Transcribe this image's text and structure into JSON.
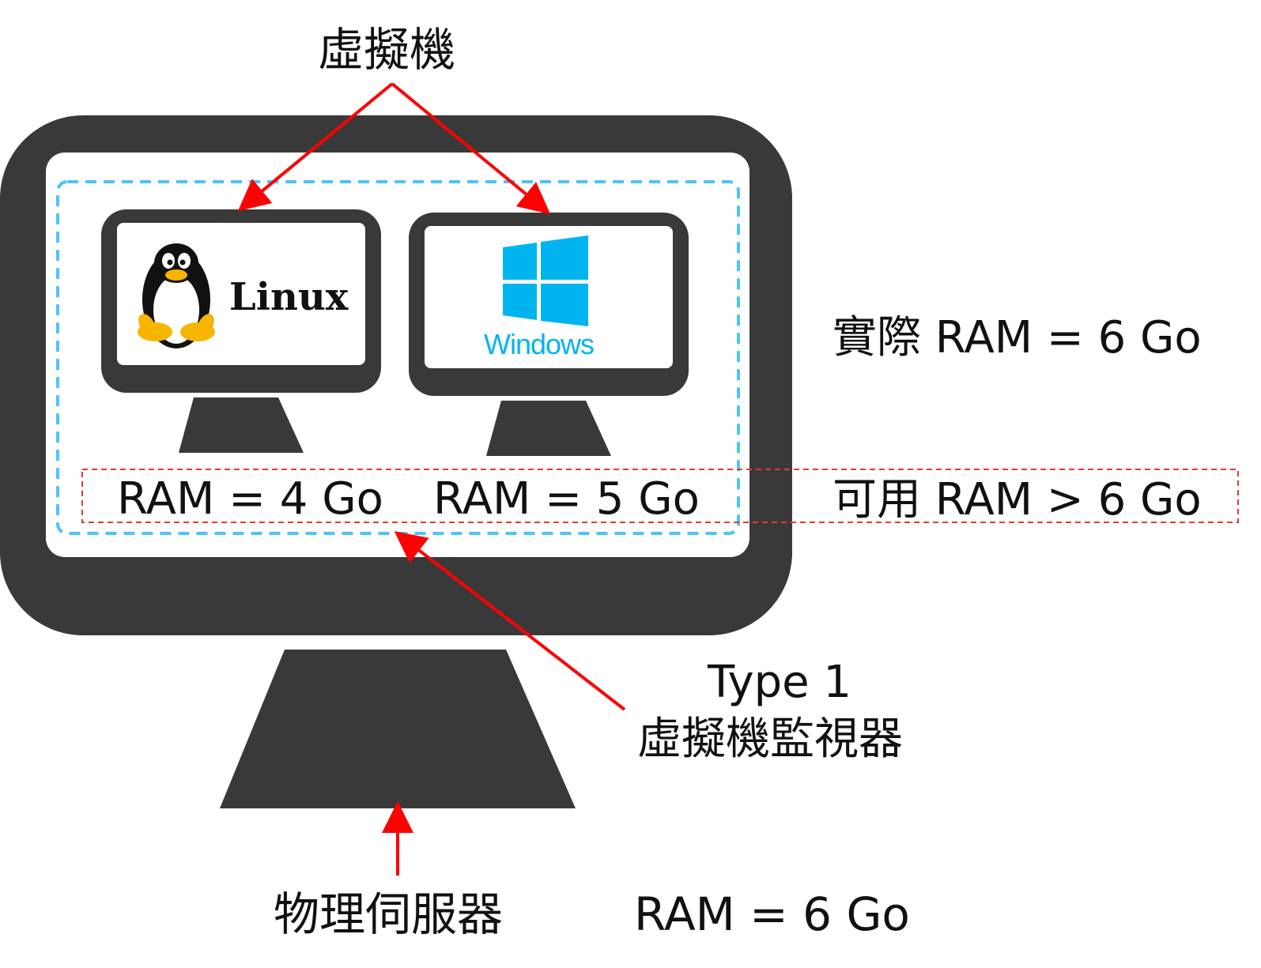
{
  "labels": {
    "virtual_machines": "虛擬機",
    "real_ram": "實際 RAM = 6 Go",
    "available_ram": "可用 RAM > 6 Go",
    "vm1_ram": "RAM = 4 Go",
    "vm2_ram": "RAM = 5 Go",
    "hypervisor_type": "Type 1",
    "hypervisor_name": "虛擬機監視器",
    "physical_server": "物理伺服器",
    "server_ram": "RAM = 6 Go"
  },
  "logos": {
    "linux": "Linux",
    "windows": "Windows"
  },
  "colors": {
    "monitor": "#3a3939",
    "arrow": "#ff0000",
    "hypervisor_box": "#4fc3f7",
    "available_box": "#e53935",
    "windows_blue": "#00b4f0",
    "tux_yellow": "#f7b500"
  }
}
